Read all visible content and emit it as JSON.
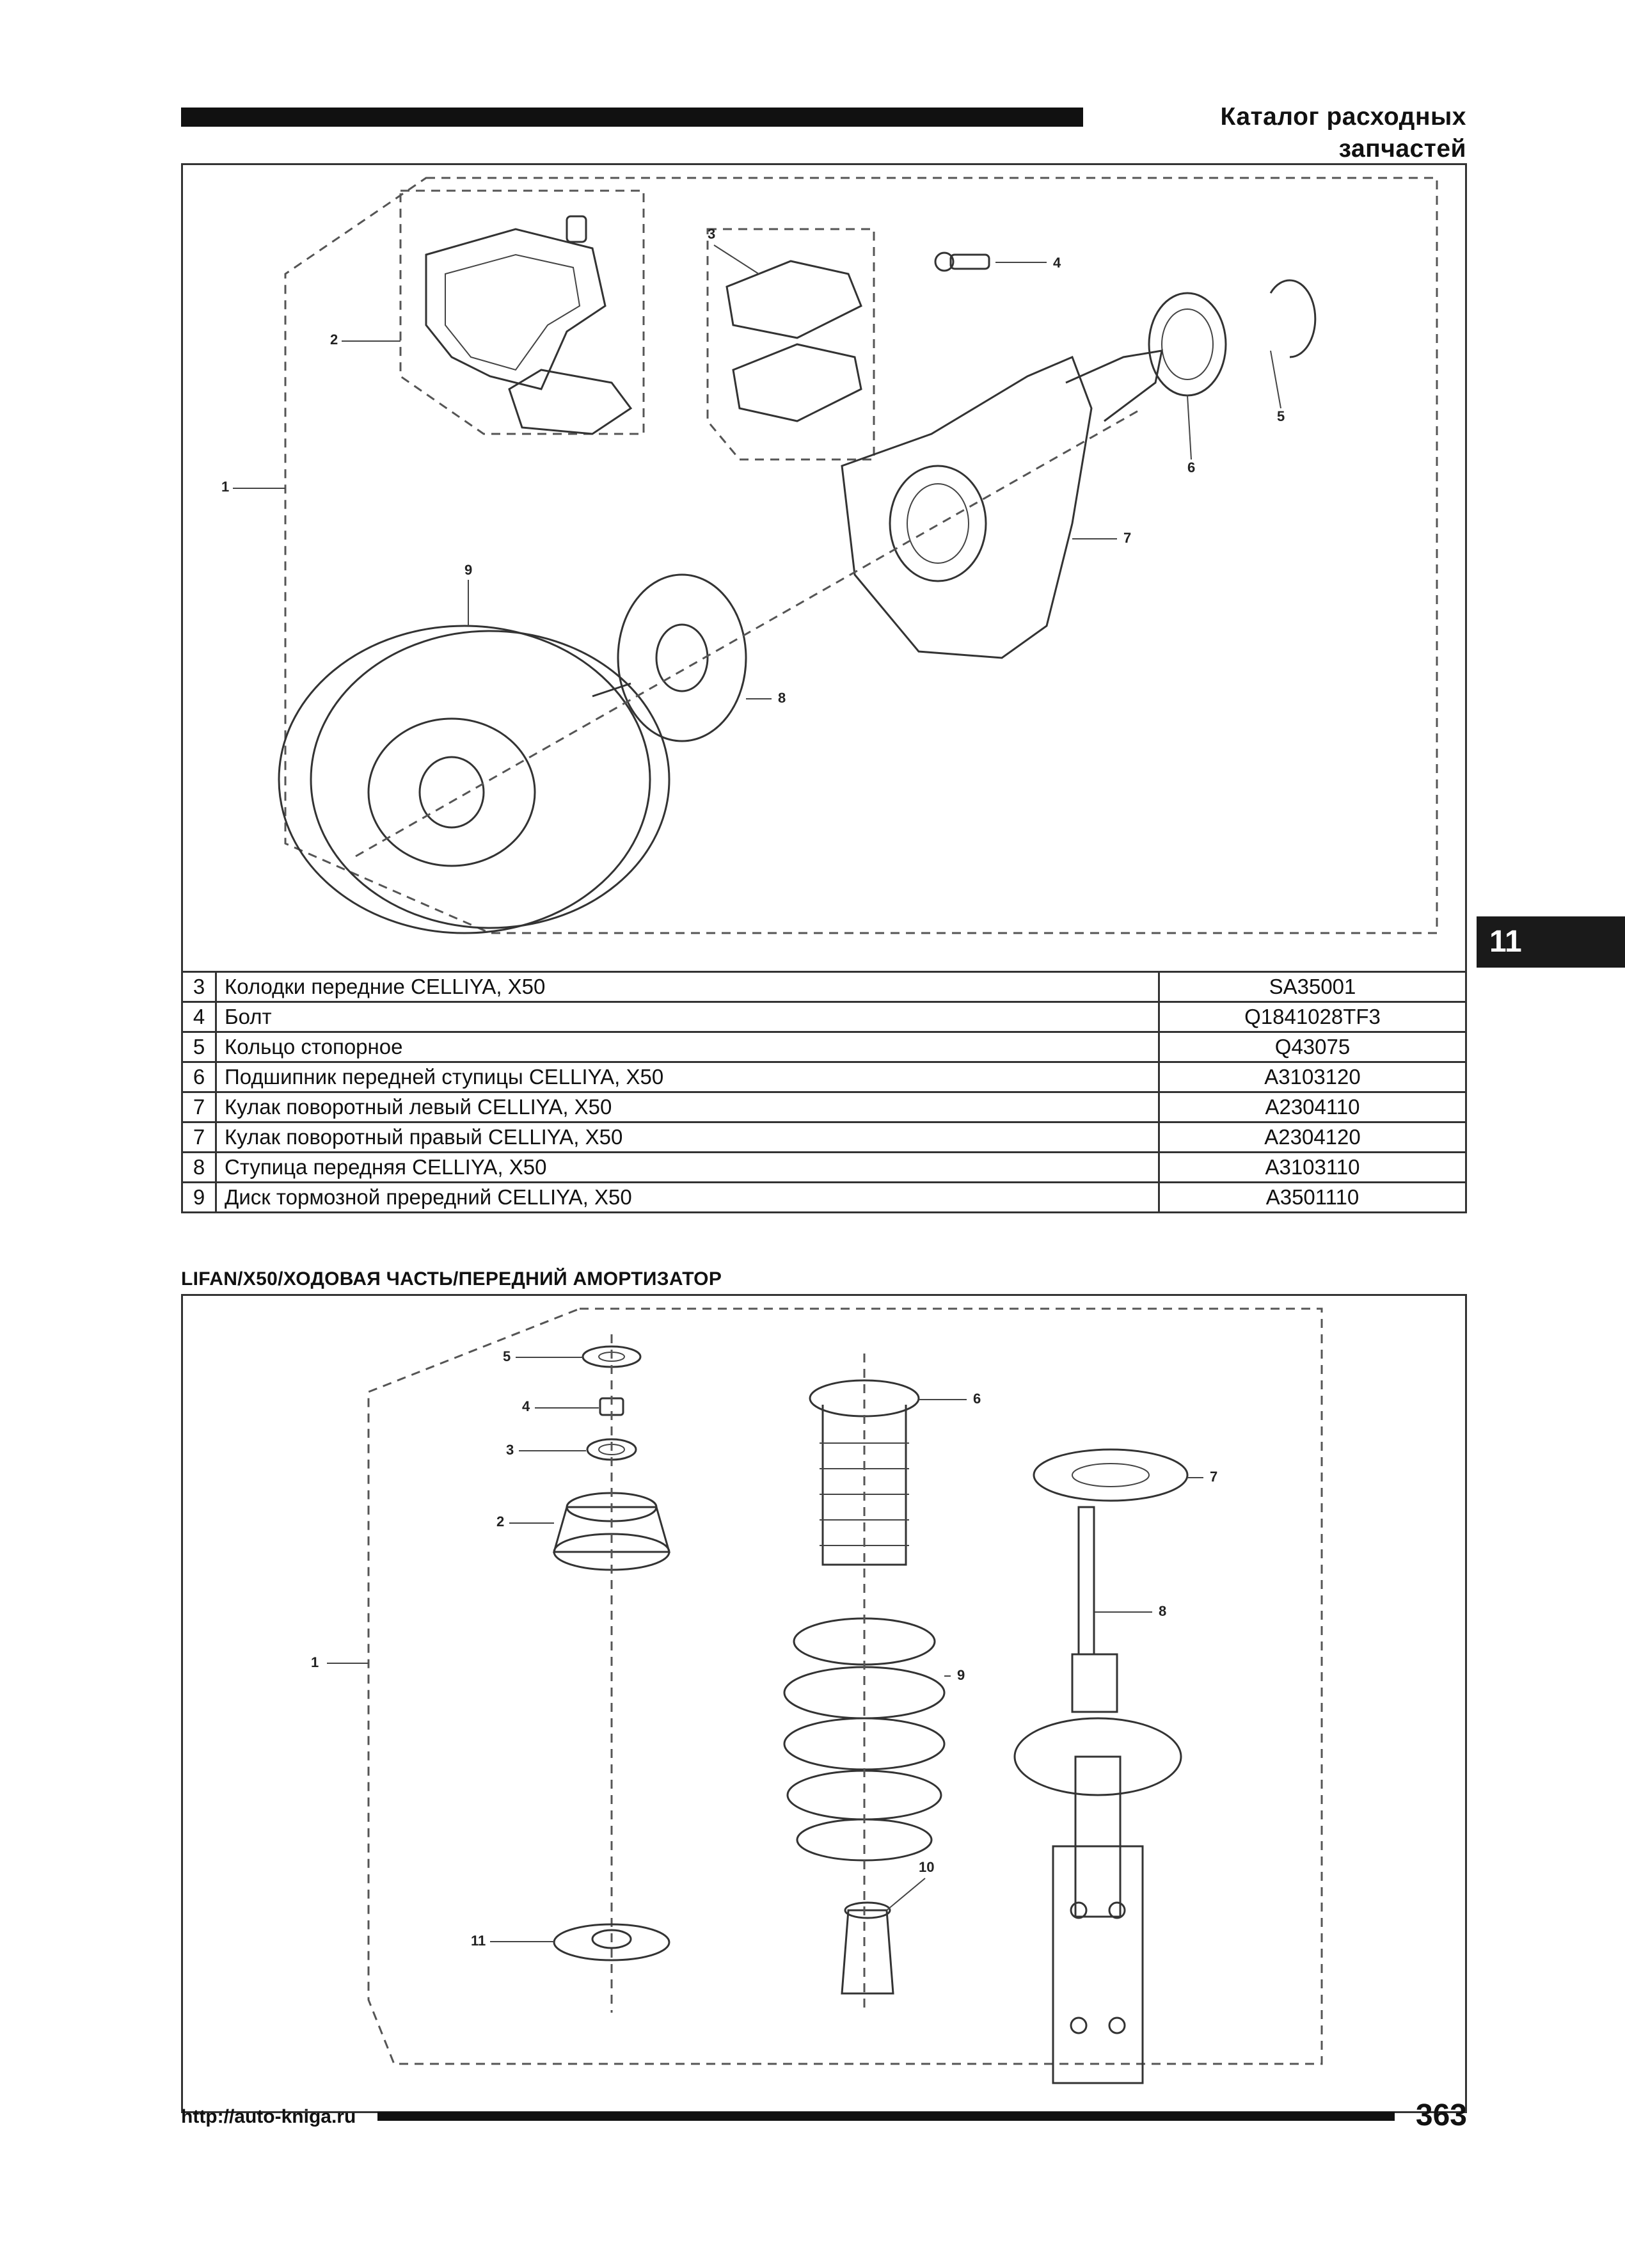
{
  "header": {
    "title": "Каталог расходных запчастей"
  },
  "chapter_tab": {
    "number": "11"
  },
  "figure1": {
    "callouts": [
      "1",
      "2",
      "3",
      "4",
      "5",
      "6",
      "7",
      "8",
      "9"
    ]
  },
  "parts_table": {
    "rows": [
      {
        "num": "3",
        "name": "Колодки передние CELLIYA, X50",
        "code": "SA35001"
      },
      {
        "num": "4",
        "name": "Болт",
        "code": "Q1841028TF3"
      },
      {
        "num": "5",
        "name": "Кольцо стопорное",
        "code": "Q43075"
      },
      {
        "num": "6",
        "name": "Подшипник передней ступицы CELLIYA, X50",
        "code": "A3103120"
      },
      {
        "num": "7",
        "name": "Кулак поворотный левый CELLIYA, X50",
        "code": "A2304110"
      },
      {
        "num": "7",
        "name": "Кулак поворотный правый CELLIYA, X50",
        "code": "A2304120"
      },
      {
        "num": "8",
        "name": "Ступица передняя CELLIYA, X50",
        "code": "A3103110"
      },
      {
        "num": "9",
        "name": "Диск тормозной прередний CELLIYA, X50",
        "code": "A3501110"
      }
    ]
  },
  "section": {
    "title": "LIFAN/X50/ХОДОВАЯ ЧАСТЬ/ПЕРЕДНИЙ АМОРТИЗАТОР"
  },
  "figure2": {
    "callouts": [
      "1",
      "2",
      "3",
      "4",
      "5",
      "6",
      "7",
      "8",
      "9",
      "10",
      "11"
    ]
  },
  "footer": {
    "url": "http://auto-kniga.ru",
    "page_number": "363"
  }
}
